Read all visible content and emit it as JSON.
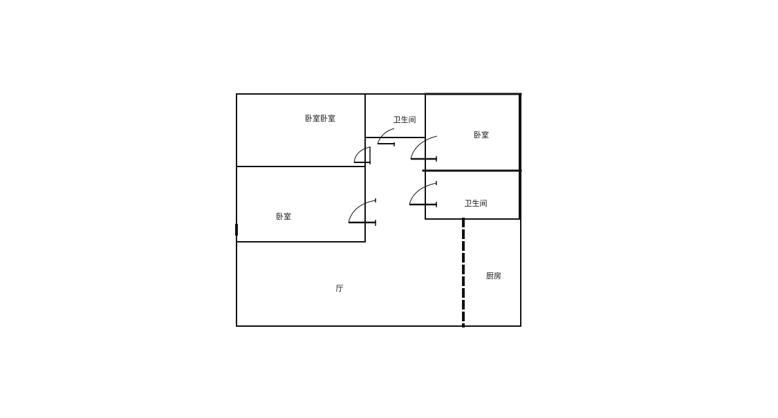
{
  "colors": {
    "wall": "#111111",
    "background": "#ffffff"
  },
  "rooms": {
    "bedroom_top_left": "卧室卧室",
    "bathroom_top": "卫生间",
    "bedroom_top_right": "卧室",
    "bedroom_left": "卧室",
    "bathroom_right": "卫生间",
    "living_room": "厅",
    "kitchen": "厨房"
  }
}
